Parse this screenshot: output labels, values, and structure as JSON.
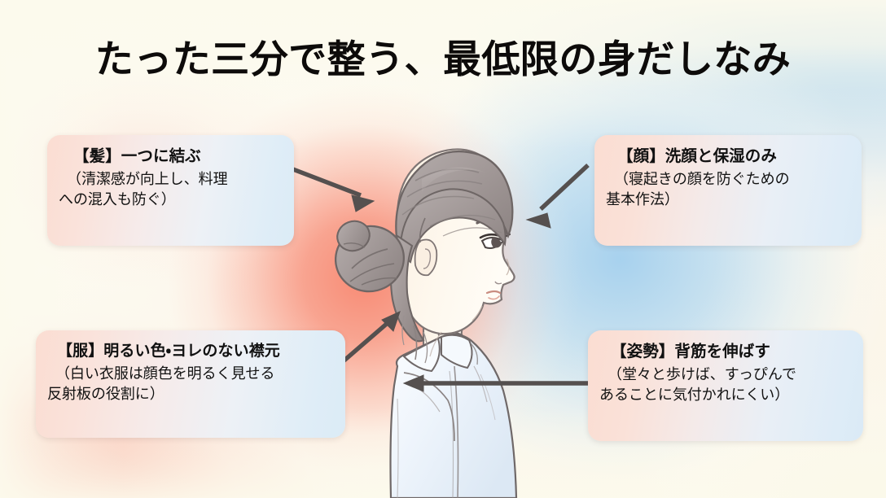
{
  "title": "たった三分で整う、最低限の身だしなみ",
  "theme": {
    "cream": "#FAF8EE",
    "coral": "#F7856E",
    "salmon": "#F8AE9C",
    "sky_blue": "#AED4EE",
    "deep_blue": "#96C8EC",
    "arrow_gray": "#55504F",
    "text_black": "#0D0B0A",
    "callout_peach": "#FBDDD2",
    "callout_blue": "#DBEBF6"
  },
  "callouts": [
    {
      "id": "hair",
      "heading": "【髪】一つに結ぶ",
      "body_lines": [
        "（清潔感が向上し、料理",
        "への混入も防ぐ）"
      ]
    },
    {
      "id": "face",
      "heading": "【顔】洗顔と保湿のみ",
      "body_lines": [
        "（寝起きの顔を防ぐための",
        "基本作法）"
      ]
    },
    {
      "id": "clothes",
      "heading": "【服】明るい色・ヨレのない襟元",
      "body_lines": [
        "（白い衣服は顔色を明るく見せる",
        "反射板の役割に）"
      ]
    },
    {
      "id": "posture",
      "heading": "【姿勢】背筋を伸ばす",
      "body_lines": [
        "（堂々と歩けば、すっぴんで",
        "あることに気付かれにくい）"
      ]
    }
  ],
  "illustration": {
    "subject": "woman-profile-facing-right",
    "hair": "bun-updo",
    "clothing": "white-collared-shirt",
    "skin": "#FDF6EC",
    "hair_color": "#A9A1A0",
    "shirt_color": "#F2F7FC"
  },
  "arrows": [
    {
      "id": "arrow-to-hair",
      "from": "hair-callout",
      "to": "hair-bun",
      "direction": "down-right"
    },
    {
      "id": "arrow-to-face",
      "from": "face-callout",
      "to": "face",
      "direction": "down-left"
    },
    {
      "id": "arrow-to-collar",
      "from": "clothes-callout",
      "to": "collar",
      "direction": "up-right"
    },
    {
      "id": "arrow-to-posture",
      "from": "posture-callout",
      "to": "back",
      "direction": "left"
    }
  ]
}
